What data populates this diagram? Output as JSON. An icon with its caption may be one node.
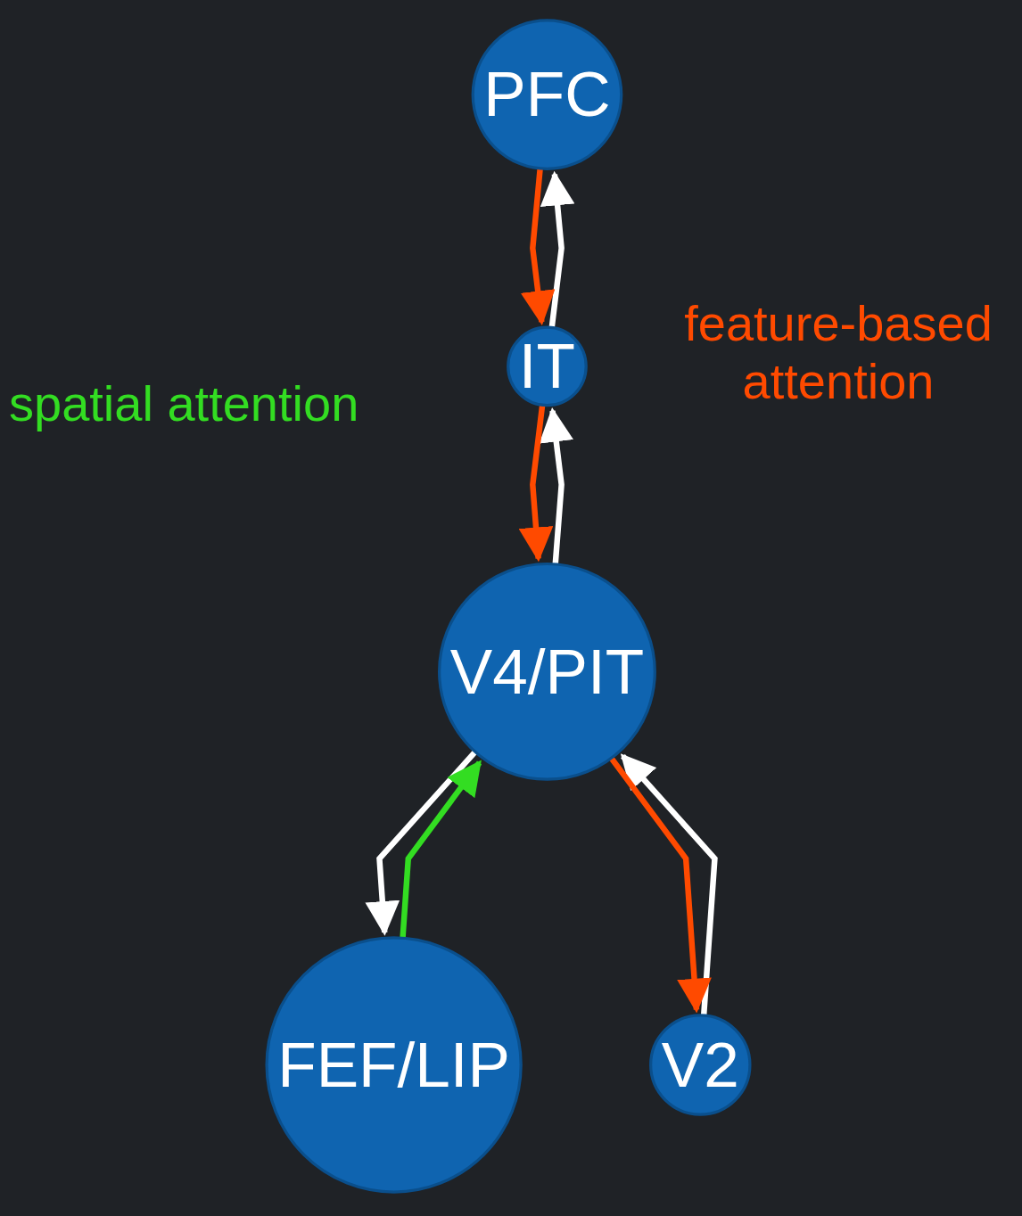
{
  "diagram": {
    "nodes": [
      {
        "text": [
          "PFC"
        ]
      },
      {
        "text": [
          "IT"
        ]
      },
      {
        "text": [
          "FEF/LIP"
        ]
      },
      {
        "text": [
          "V4/PIT"
        ]
      },
      {
        "text": [
          "V2"
        ]
      }
    ],
    "edges": [
      {
        "from": 1,
        "to": 0,
        "arrow": "to"
      },
      {
        "from": 0,
        "to": 1,
        "arrow": "to",
        "color": "#ff4a00"
      },
      {
        "from": 3,
        "to": 1,
        "arrow": "to"
      },
      {
        "from": 1,
        "to": 3,
        "arrow": "to",
        "color": "#ff4a00"
      },
      {
        "from": 3,
        "to": 2,
        "arrow": "to"
      },
      {
        "from": 2,
        "to": 3,
        "arrow": "to",
        "color": "#33dd22"
      },
      {
        "from": 4,
        "to": 3,
        "arrow": "to"
      },
      {
        "from": 3,
        "to": 4,
        "arrow": "to",
        "color": "#ff4a00"
      }
    ],
    "labels": [
      "feature-based attention",
      "spatial attention"
    ]
  }
}
